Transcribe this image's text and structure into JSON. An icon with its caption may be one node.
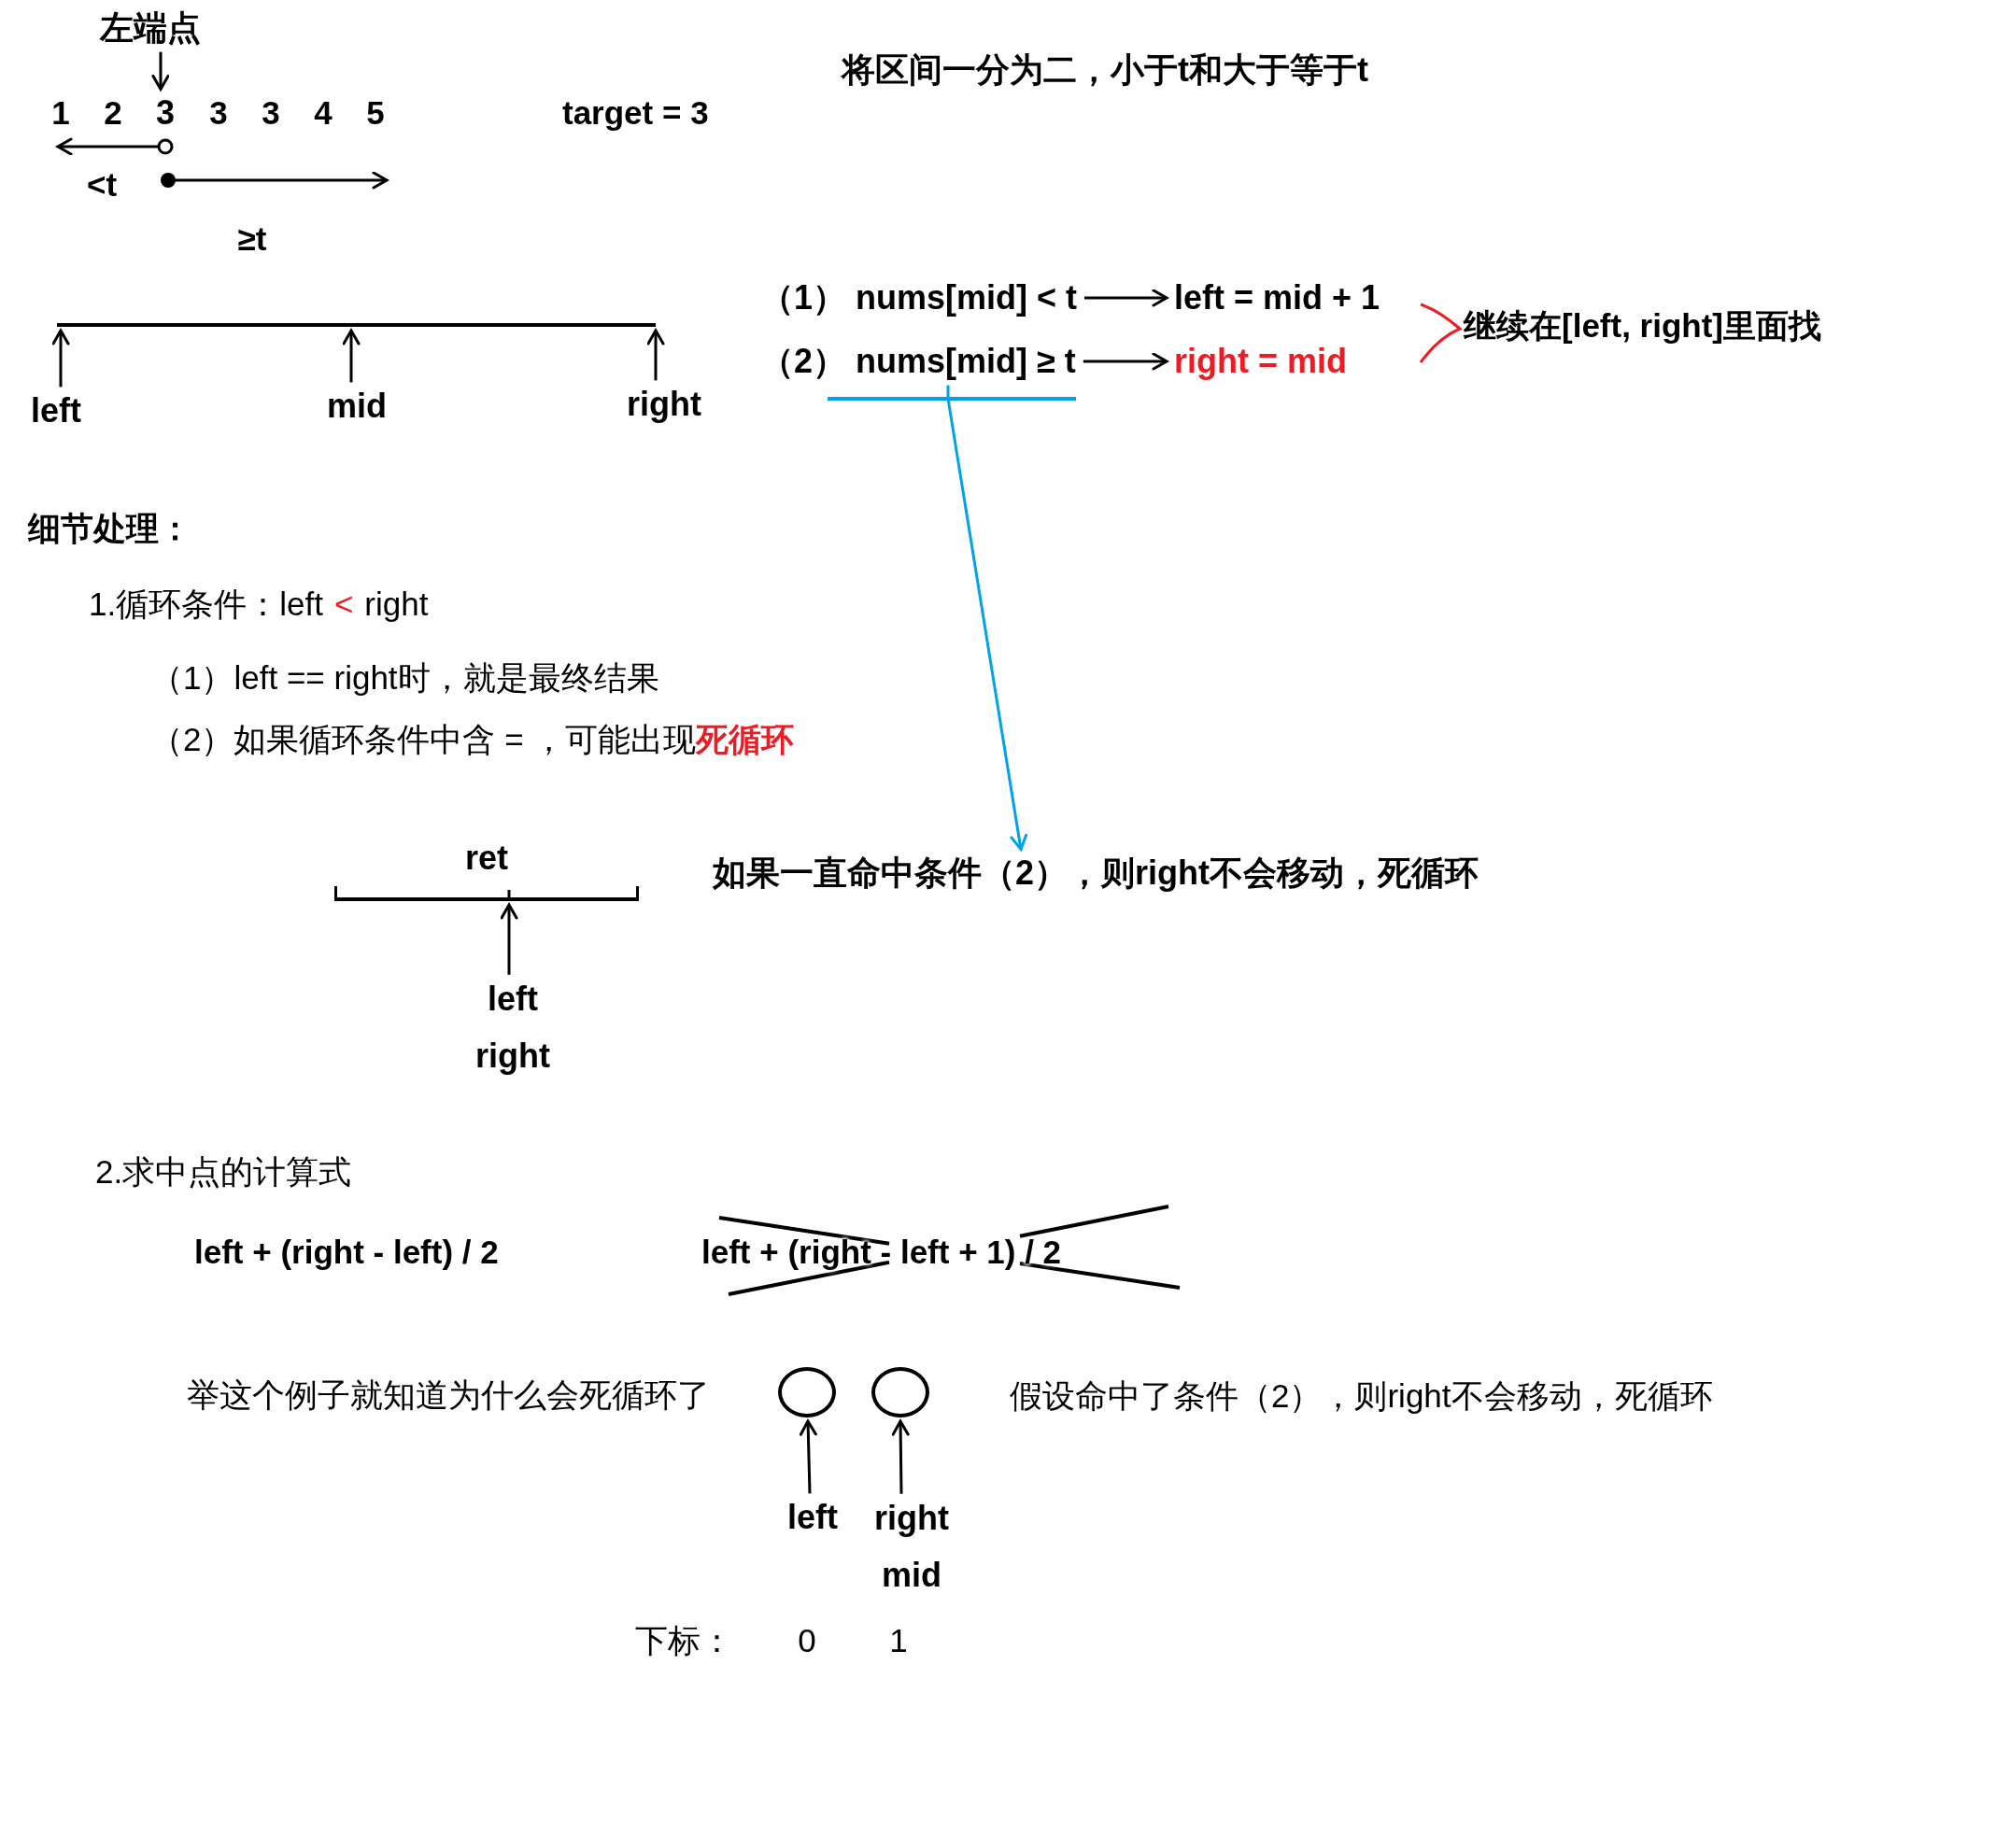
{
  "diagram": {
    "title": "将区间一分为二，小于t和大于等于t",
    "nodes": [
      {
        "text": [
          "左端点"
        ]
      },
      {
        "text": [
          "3"
        ]
      },
      {
        "text": [],
        "shape": "bar"
      },
      {
        "text": [
          "left"
        ]
      },
      {
        "text": [
          "mid"
        ]
      },
      {
        "text": [
          "right"
        ]
      },
      {
        "text": [
          "（1） nums[mid] < t"
        ]
      },
      {
        "text": [
          "left = mid + 1"
        ]
      },
      {
        "text": [
          "（2） nums[mid] ≥ t"
        ]
      },
      {
        "text": [
          "right = mid"
        ]
      },
      {
        "text": [
          "ret"
        ]
      },
      {
        "text": [
          "left",
          "right"
        ]
      },
      {
        "text": [
          "如果一直命中条件（2），则right不会移动，死循环"
        ]
      },
      {
        "text": [],
        "shape": "circle"
      },
      {
        "text": [],
        "shape": "circle"
      },
      {
        "text": [
          "left"
        ]
      },
      {
        "text": [
          "right",
          "mid"
        ]
      }
    ],
    "edges": [
      {
        "from": 0,
        "to": 1,
        "arrow": "to"
      },
      {
        "from": 3,
        "to": 2,
        "arrow": "to"
      },
      {
        "from": 4,
        "to": 2,
        "arrow": "to"
      },
      {
        "from": 5,
        "to": 2,
        "arrow": "to"
      },
      {
        "from": 6,
        "to": 7,
        "arrow": "to"
      },
      {
        "from": 8,
        "to": 9,
        "arrow": "to"
      },
      {
        "from": 8,
        "to": 12,
        "arrow": "to",
        "color": "#00a2e8"
      },
      {
        "from": 11,
        "to": 10,
        "arrow": "to"
      },
      {
        "from": 15,
        "to": 13,
        "arrow": "to"
      },
      {
        "from": 16,
        "to": 14,
        "arrow": "to"
      }
    ],
    "labels": [
      "1",
      "2",
      "3",
      "3",
      "4",
      "5",
      "target = 3",
      "<t",
      "≥t",
      "继续在[left, right]里面找",
      "细节处理：",
      "1.循环条件：left",
      "<",
      "right",
      "（1）left == right时，就是最终结果",
      "（2）如果循环条件中含 = ，可能出现",
      "死循环",
      "2.求中点的计算式",
      "left + (right - left) / 2",
      "left + (right - left + 1) / 2",
      "举这个例子就知道为什么会死循环了",
      "假设命中了条件（2），则right不会移动，死循环",
      "下标：",
      "0",
      "1"
    ]
  }
}
